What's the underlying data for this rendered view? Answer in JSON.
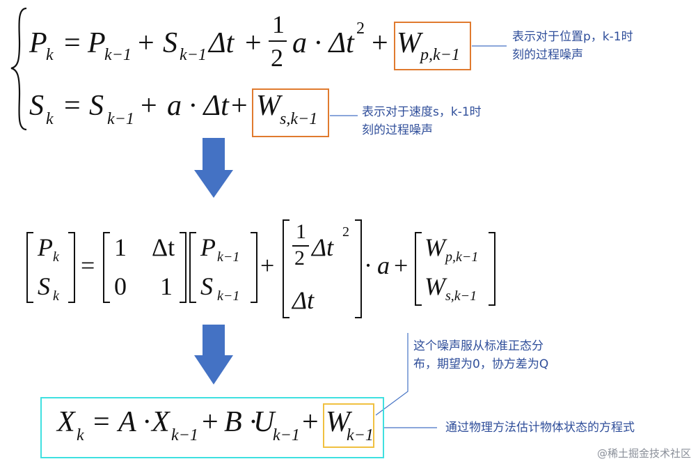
{
  "system": {
    "p_lhs": "P",
    "p_lhs_sub": "k",
    "p_rhs_p": "P",
    "p_rhs_p_sub": "k−1",
    "p_plus1": "+",
    "p_rhs_s": "S",
    "p_rhs_s_sub": "k−1",
    "p_dt": "Δt",
    "p_plus2": "+",
    "p_frac_num": "1",
    "p_frac_den": "2",
    "p_a_dt2": "a · Δt",
    "p_sq": "2",
    "p_plus3": "+",
    "p_w": "W",
    "p_w_sub": "p,k−1",
    "s_lhs": "S",
    "s_lhs_sub": "k",
    "s_rhs_s": "S",
    "s_rhs_s_sub": "k−1",
    "s_plus1": "+",
    "s_a_dt": "a · Δt",
    "s_plus2": "+",
    "s_w": "W",
    "s_w_sub": "s,k−1",
    "eq": "="
  },
  "annotations": {
    "p_noise": [
      "表示对于位置p，k-1时",
      "刻的过程噪声"
    ],
    "s_noise": [
      "表示对于速度s，k-1时",
      "刻的过程噪声"
    ],
    "w_dist": [
      "这个噪声服从标准正态分",
      "布，期望为0，协方差为Q"
    ],
    "state_eq": "通过物理方法估计物体状态的方程式"
  },
  "matrix": {
    "lhs": [
      "P",
      "k",
      "S",
      "k"
    ],
    "eq": "=",
    "A": [
      "1",
      "Δt",
      "0",
      "1"
    ],
    "x_prev": [
      "P",
      "k−1",
      "S",
      "k−1"
    ],
    "plus1": "+",
    "B_num": "1",
    "B_den": "2",
    "B_dt2": "Δt",
    "B_sq": "2",
    "B_dt": "Δt",
    "dot_a": "· a",
    "plus2": "+",
    "w": [
      "W",
      "p,k−1",
      "W",
      "s,k−1"
    ]
  },
  "final": {
    "x": "X",
    "x_sub": "k",
    "eq": "=",
    "a": "A ·",
    "x2": "X",
    "x2_sub": "k−1",
    "plus1": "+",
    "b": "B ·",
    "u": "U",
    "u_sub": "k−1",
    "plus2": "+",
    "w": "W",
    "w_sub": "k−1"
  },
  "colors": {
    "orange_box": "#E07A2E",
    "cyan_box": "#3FE0E0",
    "yellow_box": "#F0C040",
    "arrow": "#4472C4",
    "annotation_text": "#2F4E9A",
    "leader_line": "#4472C4"
  },
  "watermark": "@稀土掘金技术社区"
}
